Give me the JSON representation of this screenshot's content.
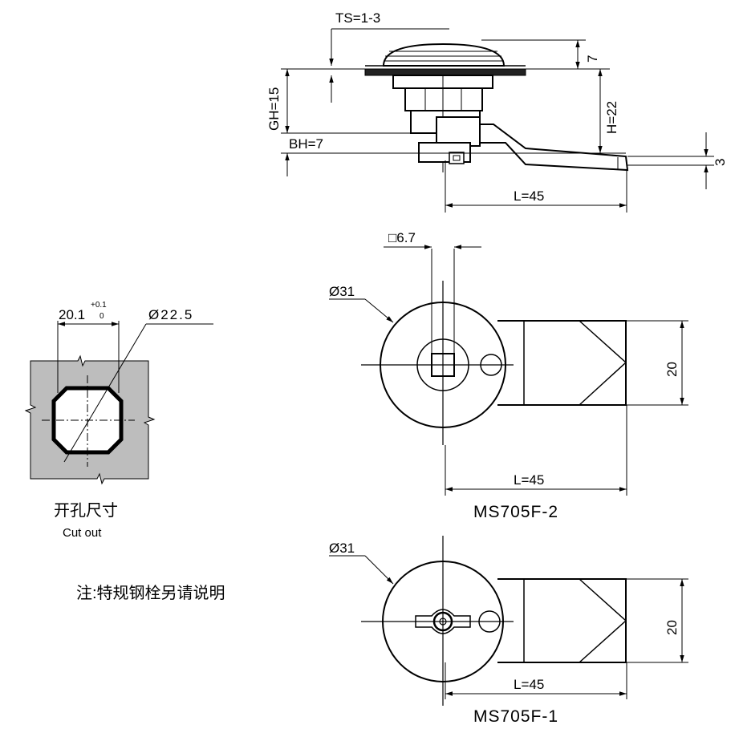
{
  "side_view": {
    "ts_label": "TS=1-3",
    "gh_label": "GH=15",
    "bh_label": "BH=7",
    "h_label": "H=22",
    "top_dim": "7",
    "tongue_dim": "3",
    "length_label": "L=45"
  },
  "cutout": {
    "width_label": "20.1",
    "tol_upper": "+0.1",
    "tol_lower": "0",
    "diameter_label": "Ø22.5",
    "title_cn": "开孔尺寸",
    "title_en": "Cut out"
  },
  "note_cn": "注:特规钢栓另请说明",
  "view_f2": {
    "square_label": "□6.7",
    "diameter_label": "Ø31",
    "width_label": "20",
    "length_label": "L=45",
    "model": "MS705F-2"
  },
  "view_f1": {
    "diameter_label": "Ø31",
    "width_label": "20",
    "length_label": "L=45",
    "model": "MS705F-1"
  },
  "colors": {
    "line": "#000000",
    "panel_gray": "#bdbdbd",
    "gasket": "#222222"
  }
}
